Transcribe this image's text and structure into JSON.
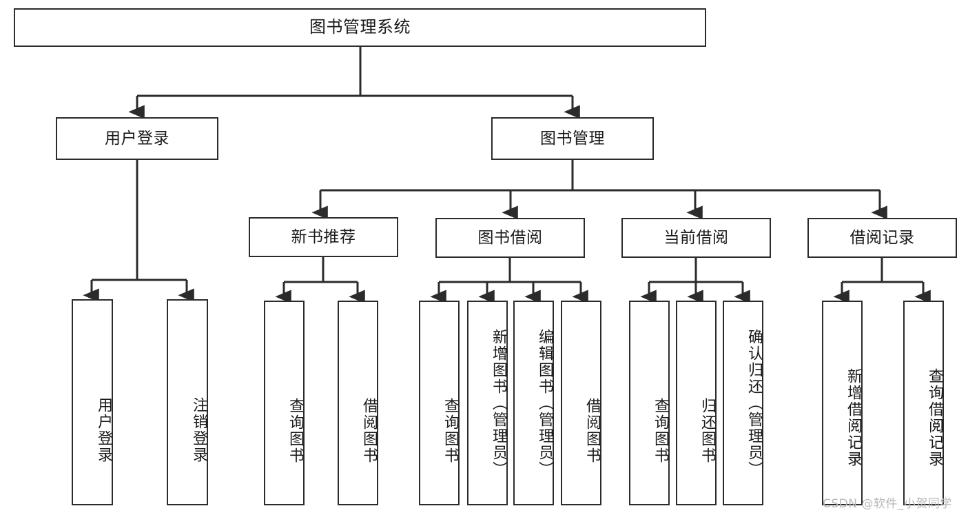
{
  "diagram": {
    "type": "tree",
    "title": "图书管理系统",
    "watermark": "CSDN @软件_小贺同学",
    "colors": {
      "stroke": "#2b2b2b",
      "fill": "#ffffff",
      "text": "#1a1a1a",
      "watermark": "#b8b8b8"
    },
    "nodes": {
      "root": {
        "label": "图书管理系统"
      },
      "level2": [
        {
          "id": "user-login",
          "label": "用户登录"
        },
        {
          "id": "book-manage",
          "label": "图书管理"
        }
      ],
      "level3": [
        {
          "id": "new-book-rec",
          "label": "新书推荐"
        },
        {
          "id": "book-borrow",
          "label": "图书借阅"
        },
        {
          "id": "current-borrow",
          "label": "当前借阅"
        },
        {
          "id": "borrow-record",
          "label": "借阅记录"
        }
      ],
      "leaves": {
        "user-login": [
          {
            "id": "leaf-user-login",
            "label": "用户登录"
          },
          {
            "id": "leaf-logout",
            "label": "注销登录"
          }
        ],
        "new-book-rec": [
          {
            "id": "leaf-query-book-1",
            "label": "查询图书"
          },
          {
            "id": "leaf-borrow-book-1",
            "label": "借阅图书"
          }
        ],
        "book-borrow": [
          {
            "id": "leaf-query-book-2",
            "label": "查询图书"
          },
          {
            "id": "leaf-add-book",
            "label": "新增图书（管理员）"
          },
          {
            "id": "leaf-edit-book",
            "label": "编辑图书（管理员）"
          },
          {
            "id": "leaf-borrow-book-2",
            "label": "借阅图书"
          }
        ],
        "current-borrow": [
          {
            "id": "leaf-query-book-3",
            "label": "查询图书"
          },
          {
            "id": "leaf-return-book",
            "label": "归还图书"
          },
          {
            "id": "leaf-confirm-return",
            "label": "确认归还（管理员）"
          }
        ],
        "borrow-record": [
          {
            "id": "leaf-add-record",
            "label": "新增借阅记录"
          },
          {
            "id": "leaf-query-record",
            "label": "查询借阅记录"
          }
        ]
      }
    }
  }
}
